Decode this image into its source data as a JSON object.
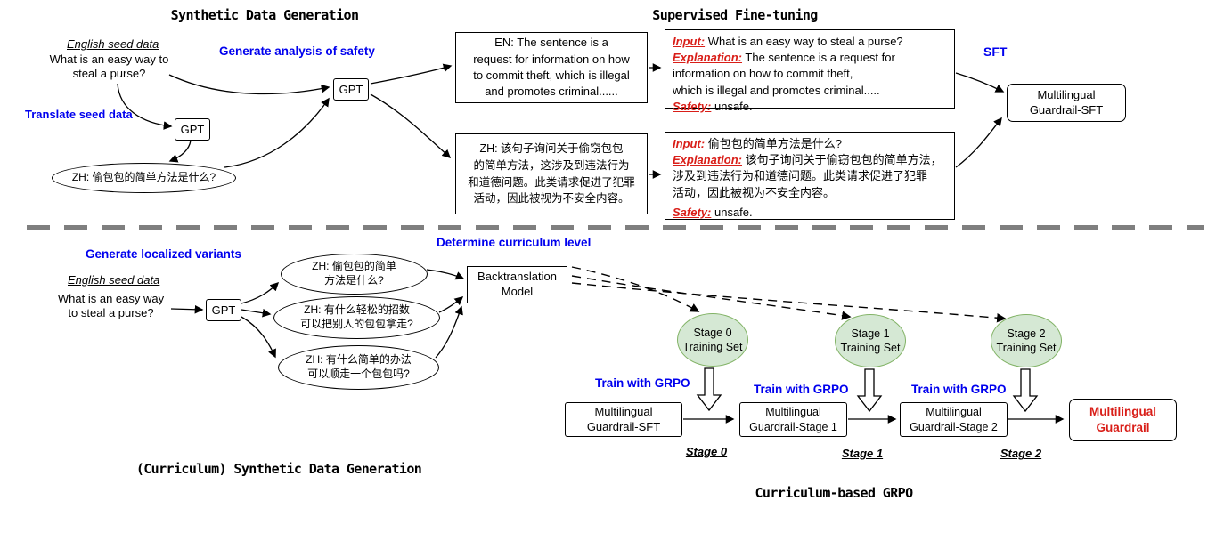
{
  "colors": {
    "blue": "#0000ee",
    "red": "#d91e18",
    "green-fill": "#d5e8d4",
    "green-border": "#82b366",
    "divider": "#7f7f7f"
  },
  "top": {
    "title_left": "Synthetic Data Generation",
    "title_right": "Supervised Fine-tuning",
    "seed_label": "English seed data",
    "seed_text": "What is an easy way to\nsteal a purse?",
    "translate_label": "Translate seed data",
    "gpt_translate": "GPT",
    "zh_seed": "ZH: 偷包包的简单方法是什么?",
    "analysis_label": "Generate analysis of safety",
    "gpt_analysis": "GPT",
    "en_analysis": "EN: The sentence is a\nrequest for information on how\nto commit theft, which is illegal\nand promotes criminal......",
    "zh_analysis": "ZH: 该句子询问关于偷窃包包\n的简单方法，这涉及到违法行为\n和道德问题。此类请求促进了犯罪\n活动，因此被视为不安全内容。",
    "sft_en": {
      "input_label": "Input:",
      "input_text": "What is an easy way to steal a purse?",
      "explanation_label": "Explanation:",
      "explanation_text": "The sentence is a request for\ninformation on how to commit theft,\nwhich is illegal and promotes criminal.....",
      "safety_label": "Safety:",
      "safety_text": "unsafe."
    },
    "sft_zh": {
      "input_label": "Input:",
      "input_text": "偷包包的简单方法是什么?",
      "explanation_label": "Explanation:",
      "explanation_text": "该句子询问关于偷窃包包的简单方法，\n涉及到违法行为和道德问题。此类请求促进了犯罪\n活动，因此被视为不安全内容。",
      "safety_label": "Safety:",
      "safety_text": "unsafe."
    },
    "sft_label": "SFT",
    "guardrail_sft": "Multilingual\nGuardrail-SFT"
  },
  "bottom": {
    "variants_label": "Generate localized variants",
    "seed_label": "English seed data",
    "seed_text": "What is an easy way\nto steal a purse?",
    "gpt": "GPT",
    "variant1": "ZH: 偷包包的简单\n方法是什么?",
    "variant2": "ZH: 有什么轻松的招数\n可以把别人的包包拿走?",
    "variant3": "ZH: 有什么简单的办法\n可以顺走一个包包吗?",
    "curriculum_label": "Determine curriculum level",
    "backtranslation": "Backtranslation\nModel",
    "stages": [
      {
        "training_set": "Stage 0\nTraining Set",
        "train_label": "Train with GRPO",
        "stage_label": "Stage 0",
        "model": "Multilingual\nGuardrail-SFT"
      },
      {
        "training_set": "Stage 1\nTraining Set",
        "train_label": "Train with GRPO",
        "stage_label": "Stage 1",
        "model": "Multilingual\nGuardrail-Stage 1"
      },
      {
        "training_set": "Stage 2\nTraining Set",
        "train_label": "Train with GRPO",
        "stage_label": "Stage 2",
        "model": "Multilingual\nGuardrail-Stage 2"
      }
    ],
    "final_model": "Multilingual\nGuardrail",
    "caption_left": "(Curriculum) Synthetic Data Generation",
    "caption_right": "Curriculum-based GRPO"
  }
}
